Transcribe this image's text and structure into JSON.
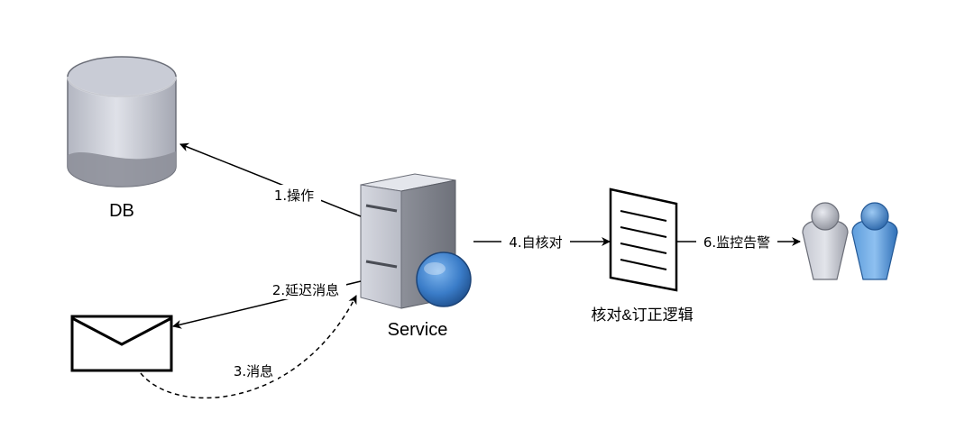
{
  "nodes": {
    "db": {
      "label": "DB"
    },
    "service": {
      "label": "Service"
    },
    "logic": {
      "label": "核对&订正逻辑"
    }
  },
  "edges": {
    "op": {
      "label": "1.操作"
    },
    "delay": {
      "label": "2.延迟消息"
    },
    "msg": {
      "label": "3.消息"
    },
    "check": {
      "label": "4.自核对"
    },
    "alert": {
      "label": "6.监控告警"
    }
  },
  "colors": {
    "db_body": "#c9ccd6",
    "db_bottom": "#8e909a",
    "server_body": "#c5c8d2",
    "globe": "#3a7cc8",
    "user_gray": "#b3b6c0",
    "user_blue": "#3f85cf"
  }
}
